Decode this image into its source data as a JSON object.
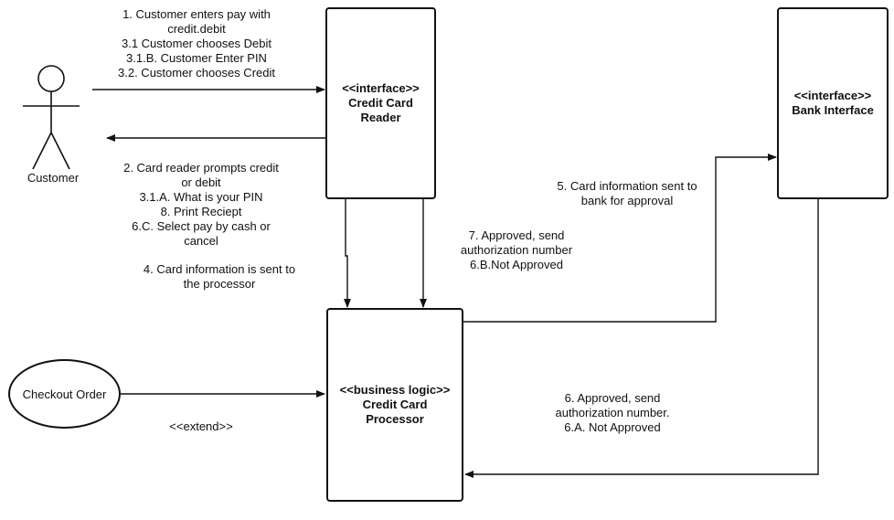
{
  "actor": {
    "label": "Customer"
  },
  "nodes": {
    "card_reader": {
      "stereotype": "<<interface>>",
      "line1": "Credit Card",
      "line2": "Reader"
    },
    "bank": {
      "stereotype": "<<interface>>",
      "line1": "Bank Interface"
    },
    "processor": {
      "stereotype": "<<business logic>>",
      "line1": "Credit Card",
      "line2": "Processor"
    },
    "checkout": {
      "label": "Checkout Order"
    }
  },
  "labels": {
    "customer_to_reader": [
      "1. Customer enters pay with",
      "credit.debit",
      "3.1 Customer chooses Debit",
      "3.1.B. Customer Enter PIN",
      "3.2. Customer chooses Credit"
    ],
    "reader_to_customer": [
      "2. Card reader prompts credit",
      "or debit",
      "3.1.A. What is your PIN",
      "8. Print Reciept",
      "6.C. Select pay by cash or",
      "cancel"
    ],
    "reader_to_processor": [
      "4.  Card information is sent to",
      "the processor"
    ],
    "processor_to_reader": [
      "7. Approved, send",
      "authorization number",
      "6.B.Not Approved"
    ],
    "processor_to_bank": [
      "5. Card information sent to",
      "bank for approval"
    ],
    "bank_to_processor": [
      "6. Approved, send",
      "authorization number.",
      "6.A. Not Approved"
    ],
    "extend": "<<extend>>"
  }
}
